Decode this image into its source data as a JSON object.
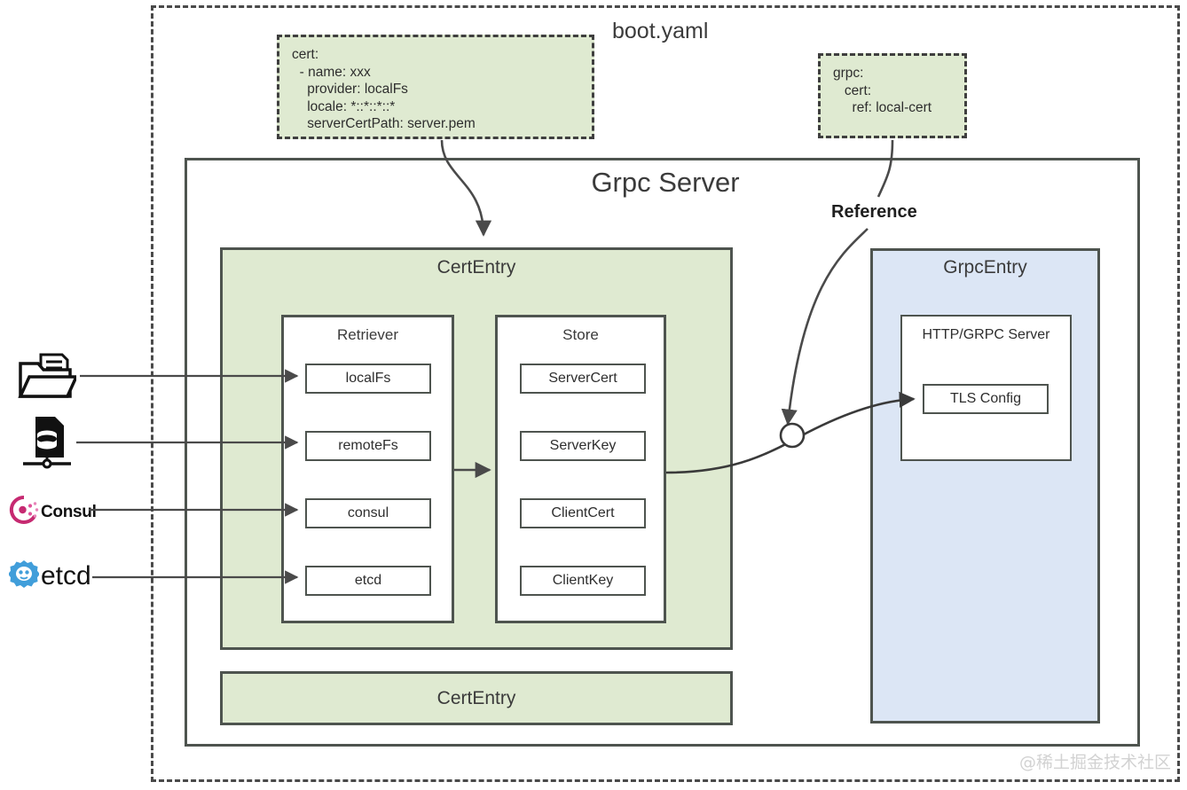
{
  "diagram": {
    "outer_frame_label": "boot.yaml",
    "server_container_title": "Grpc Server",
    "reference_label": "Reference",
    "watermark": "@稀土掘金技术社区",
    "colors": {
      "green_fill": "#dfead1",
      "blue_fill": "#dce6f5",
      "stroke": "#4e544f",
      "text": "#3b3b3b",
      "consul_pink": "#c62a71",
      "etcd_blue": "#419eda"
    }
  },
  "yaml_notes": [
    {
      "name": "cert-config",
      "text": "cert:\n  - name: xxx\n    provider: localFs\n    locale: *::*::*::*\n    serverCertPath: server.pem"
    },
    {
      "name": "grpc-config",
      "text": "grpc:\n   cert:\n     ref: local-cert"
    }
  ],
  "cert_entry": {
    "title": "CertEntry",
    "bottom_title": "CertEntry",
    "retriever": {
      "title": "Retriever",
      "items": [
        {
          "label": "localFs"
        },
        {
          "label": "remoteFs"
        },
        {
          "label": "consul"
        },
        {
          "label": "etcd"
        }
      ]
    },
    "store": {
      "title": "Store",
      "items": [
        {
          "label": "ServerCert"
        },
        {
          "label": "ServerKey"
        },
        {
          "label": "ClientCert"
        },
        {
          "label": "ClientKey"
        }
      ]
    }
  },
  "grpc_entry": {
    "title": "GrpcEntry",
    "server": {
      "title": "HTTP/GRPC Server",
      "tls_config_label": "TLS Config"
    }
  },
  "sources": [
    {
      "name": "local-folder",
      "label": ""
    },
    {
      "name": "remote-file-db",
      "label": ""
    },
    {
      "name": "consul",
      "label": "Consul"
    },
    {
      "name": "etcd",
      "label": "etcd"
    }
  ]
}
